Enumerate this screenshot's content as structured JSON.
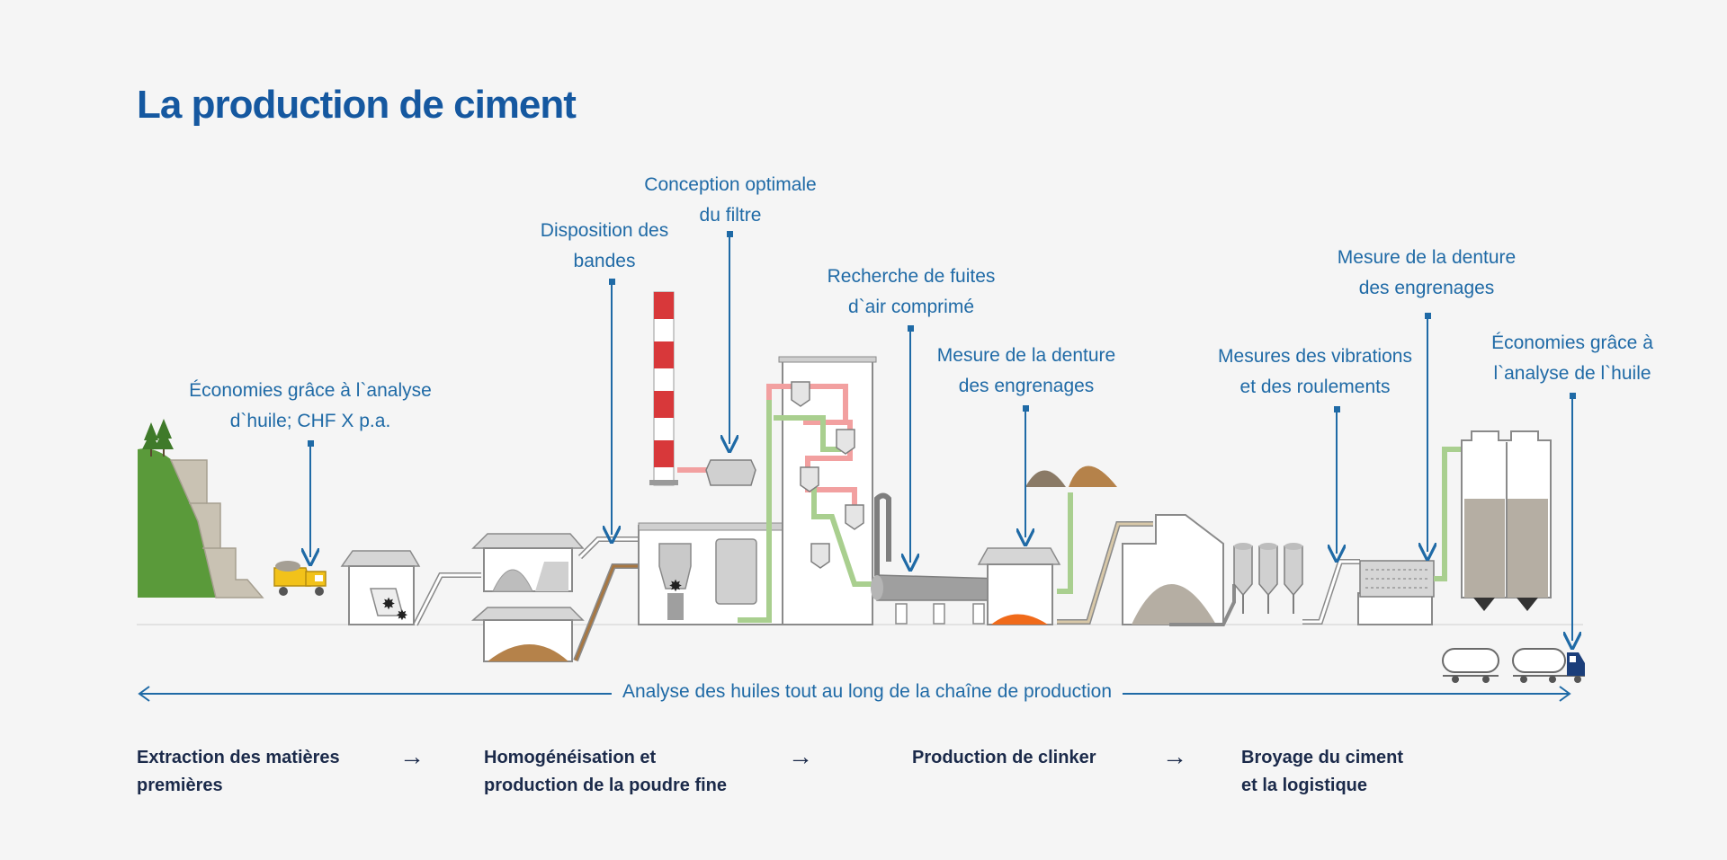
{
  "title": "La production de ciment",
  "callouts": {
    "oil_saving_1": {
      "line1": "Économies grâce à l`analyse",
      "line2": "d`huile; CHF X p.a."
    },
    "belt_layout": {
      "line1": "Disposition des",
      "line2": "bandes"
    },
    "filter_design": {
      "line1": "Conception optimale",
      "line2": "du filtre"
    },
    "air_leak": {
      "line1": "Recherche de fuites",
      "line2": "d`air comprimé"
    },
    "gear_1": {
      "line1": "Mesure de la denture",
      "line2": "des engrenages"
    },
    "vibration": {
      "line1": "Mesures des vibrations",
      "line2": "et des roulements"
    },
    "gear_2": {
      "line1": "Mesure de la denture",
      "line2": "des engrenages"
    },
    "oil_saving_2": {
      "line1": "Économies grâce à",
      "line2": "l`analyse de l`huile"
    }
  },
  "analysis_label": "Analyse des huiles tout au long de la chaîne de production",
  "stages": [
    {
      "line1": "Extraction des matières",
      "line2": "premières"
    },
    {
      "line1": "Homogénéisation et",
      "line2": "production de la poudre fine"
    },
    {
      "line1": "Production de clinker",
      "line2": ""
    },
    {
      "line1": "Broyage du ciment",
      "line2": "et la logistique"
    }
  ],
  "arrow_symbol": "→",
  "colors": {
    "accent": "#1f6aa6",
    "title": "#1558a0",
    "stage_text": "#1b2a4a",
    "hot_gas": "#f2a0a0",
    "fresh_air": "#a9cf8f",
    "chimney_red": "#d8383a",
    "grass": "#5a9a3a"
  }
}
